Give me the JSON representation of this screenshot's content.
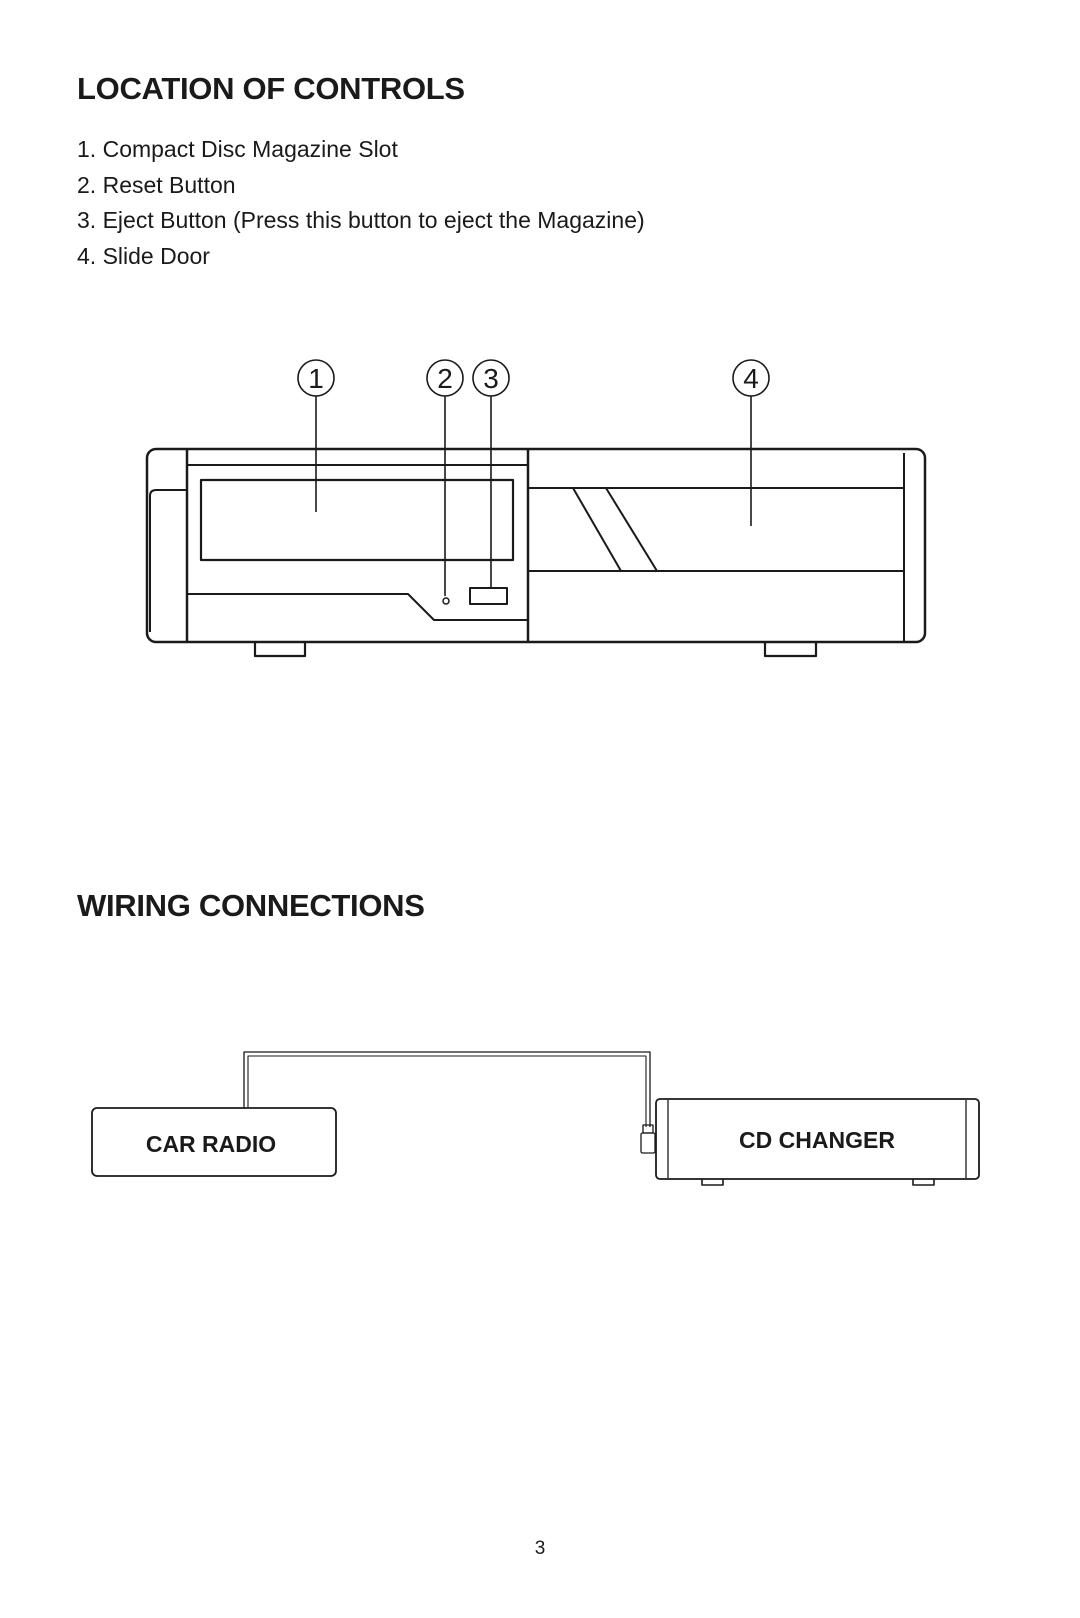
{
  "location": {
    "heading": "LOCATION OF CONTROLS",
    "items": [
      {
        "number": "1.",
        "label": "Compact Disc Magazine Slot"
      },
      {
        "number": "2.",
        "label": "Reset Button"
      },
      {
        "number": "3.",
        "label": "Eject Button (Press this button to eject the Magazine)"
      },
      {
        "number": "4.",
        "label": "Slide Door"
      }
    ],
    "callouts": [
      "1",
      "2",
      "3",
      "4"
    ]
  },
  "wiring": {
    "heading": "WIRING CONNECTIONS",
    "car_radio_label": "CAR RADIO",
    "cd_changer_label": "CD CHANGER"
  },
  "page_number": "3"
}
